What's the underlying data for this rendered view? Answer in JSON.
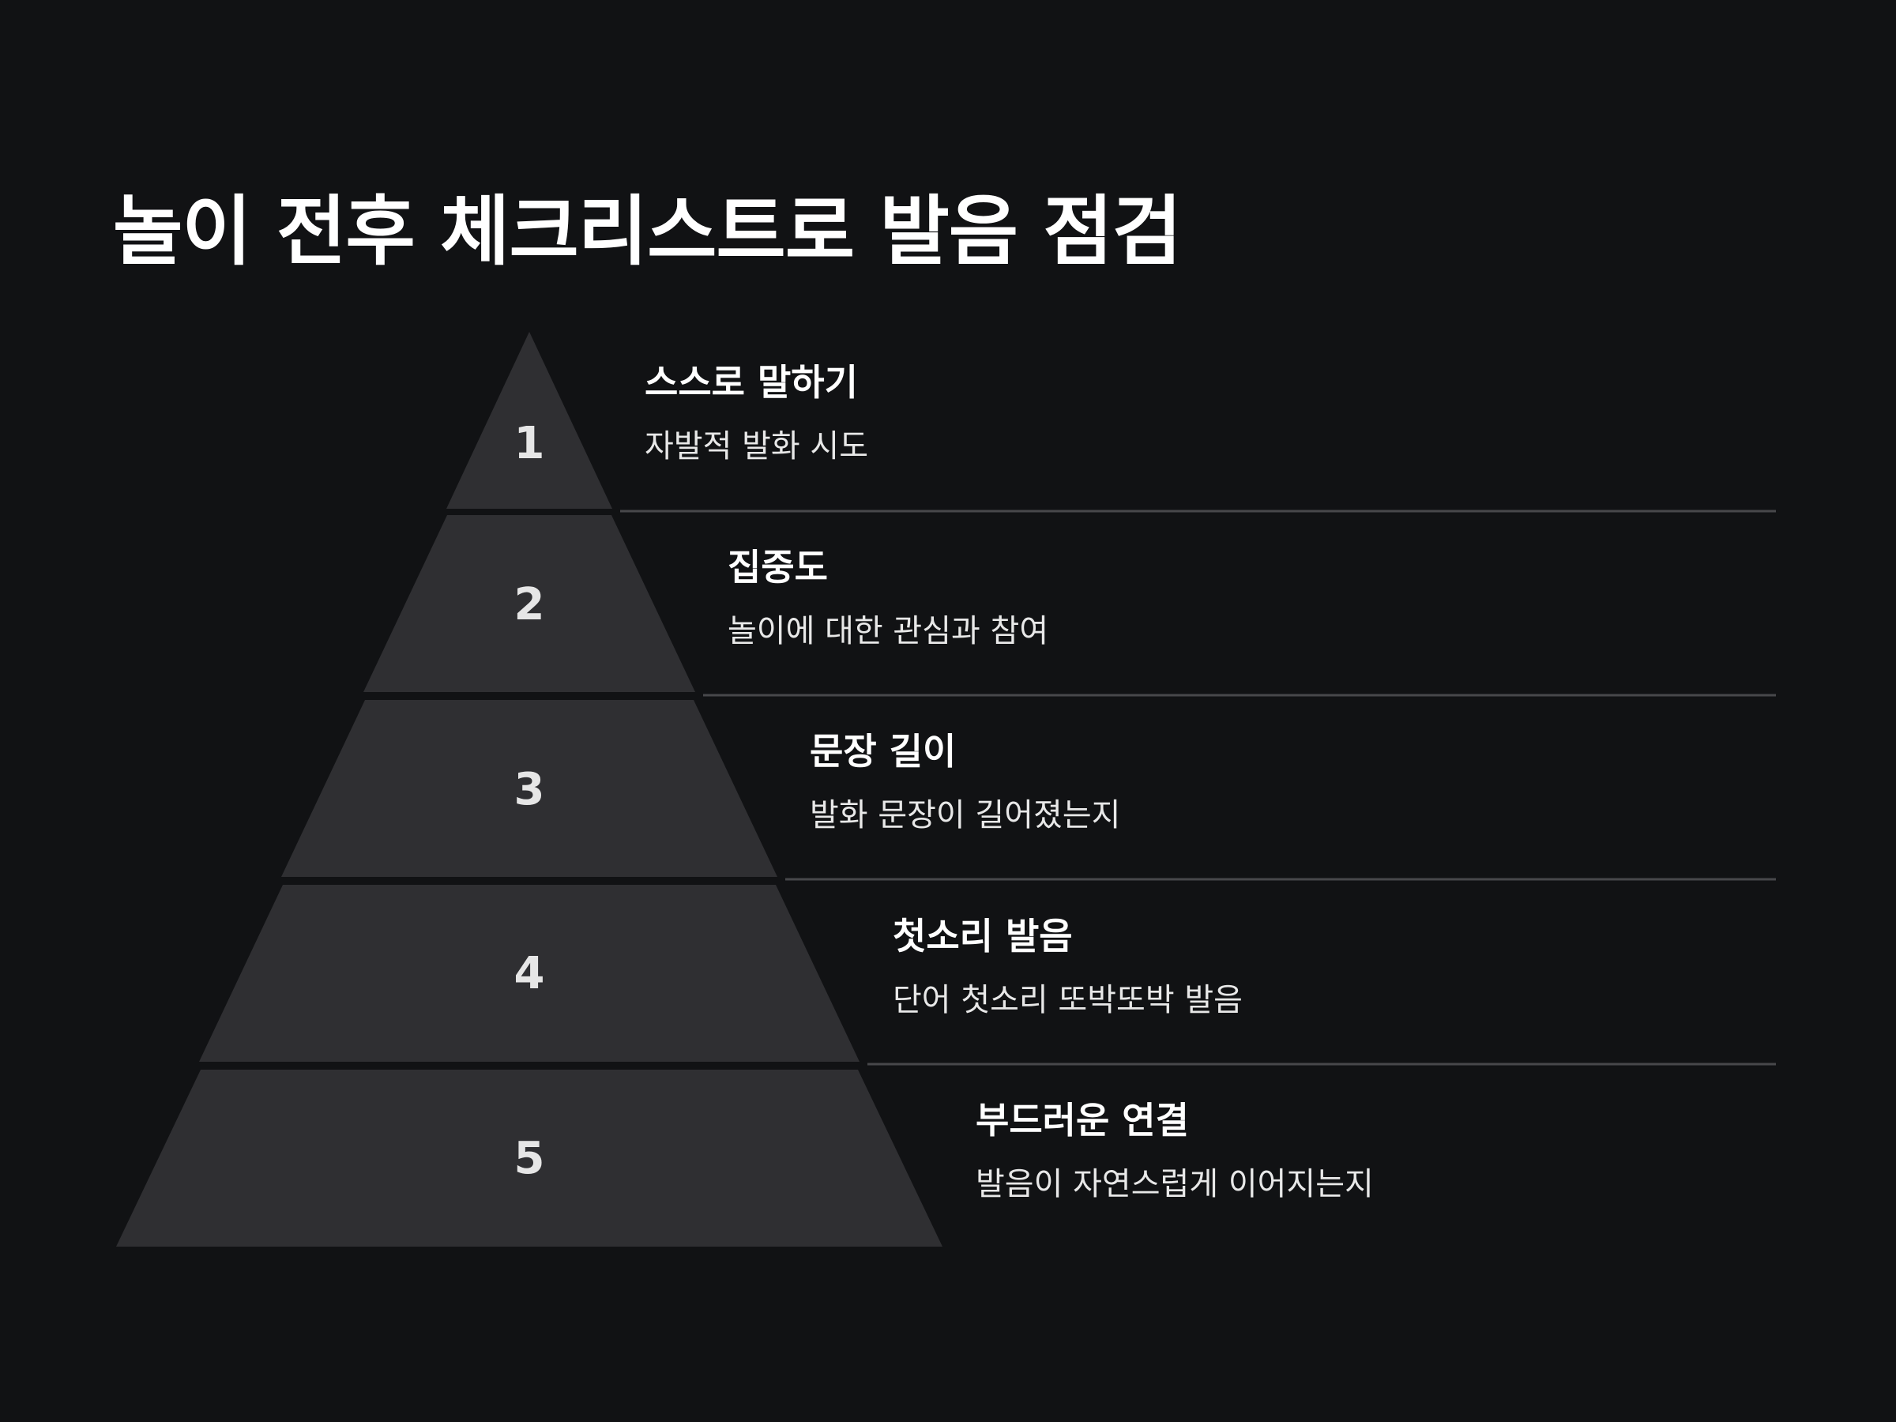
{
  "title": "놀이 전후 체크리스트로 발음 점검",
  "levels": [
    {
      "number": "1",
      "heading": "스스로 말하기",
      "description": "자발적 발화 시도"
    },
    {
      "number": "2",
      "heading": "집중도",
      "description": "놀이에 대한 관심과 참여"
    },
    {
      "number": "3",
      "heading": "문장 길이",
      "description": "발화 문장이 길어졌는지"
    },
    {
      "number": "4",
      "heading": "첫소리 발음",
      "description": "단어 첫소리 또박또박 발음"
    },
    {
      "number": "5",
      "heading": "부드러운 연결",
      "description": "발음이 자연스럽게 이어지는지"
    }
  ],
  "colors": {
    "background": "#111214",
    "segment": "#2f2f32",
    "divider": "#48484b",
    "text": "#ffffff"
  }
}
